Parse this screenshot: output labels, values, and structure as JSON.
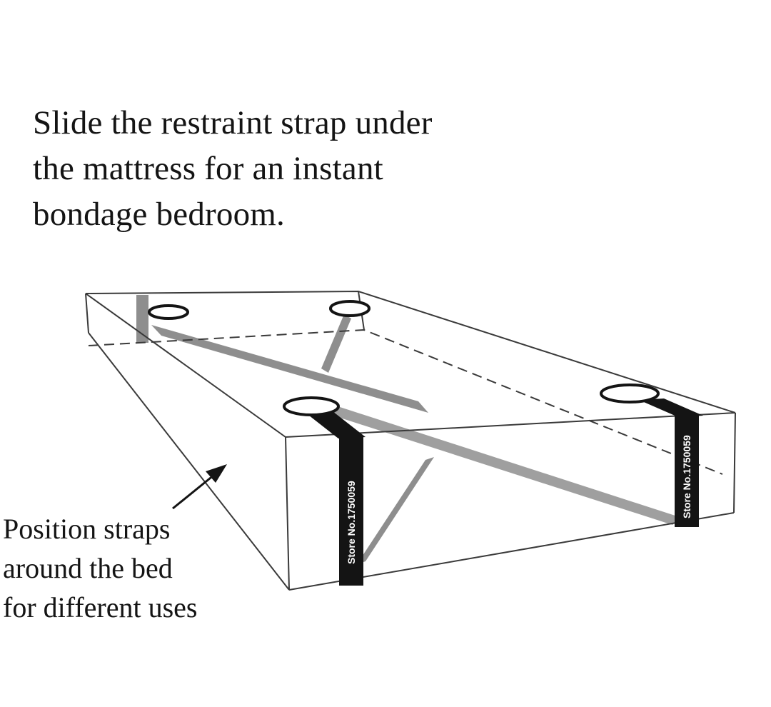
{
  "headline": {
    "lines": [
      "Slide the restraint strap under",
      "the mattress for an instant",
      "bondage bedroom."
    ]
  },
  "caption": {
    "lines": [
      "Position straps",
      "around the bed",
      "for different uses"
    ]
  },
  "strap_labels": {
    "front_left": "Store No.1750059",
    "front_right": "Store No.1750059"
  },
  "colors": {
    "strap_dark": "#141414",
    "strap_gray": "#8e8e8e",
    "outline": "#3a3a3a",
    "text": "#141414"
  }
}
